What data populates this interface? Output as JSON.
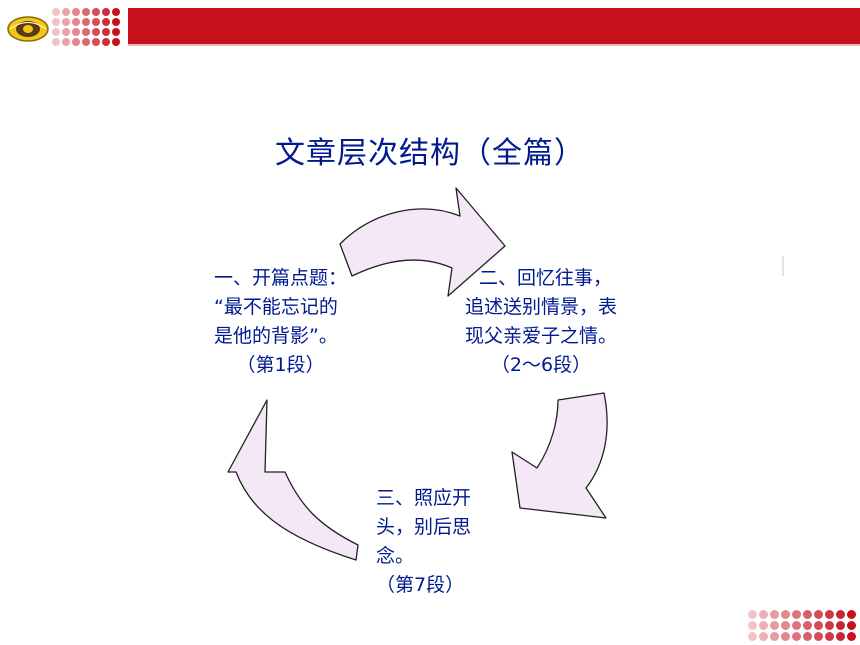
{
  "slide": {
    "title": "文章层次结构（全篇）",
    "sections": [
      {
        "lines": [
          "一、开篇点题：",
          "“最不能忘记的",
          "是他的背影”。"
        ],
        "para": "（第1段）"
      },
      {
        "lines": [
          "二、回忆往事，",
          "追述送别情景，表",
          "现父亲爱子之情。"
        ],
        "para": "（2～6段）"
      },
      {
        "lines": [
          "三、照应开",
          "头，别后思",
          "念。"
        ],
        "para": "（第7段）"
      }
    ]
  },
  "colors": {
    "header_red": "#c8101e",
    "title_blue": "#001a8f",
    "arrow_fill": "#f4e8f7",
    "arrow_stroke": "#222222"
  },
  "icons": {
    "logo": "school-emblem-icon",
    "decoration": "dot-grid-icon"
  }
}
